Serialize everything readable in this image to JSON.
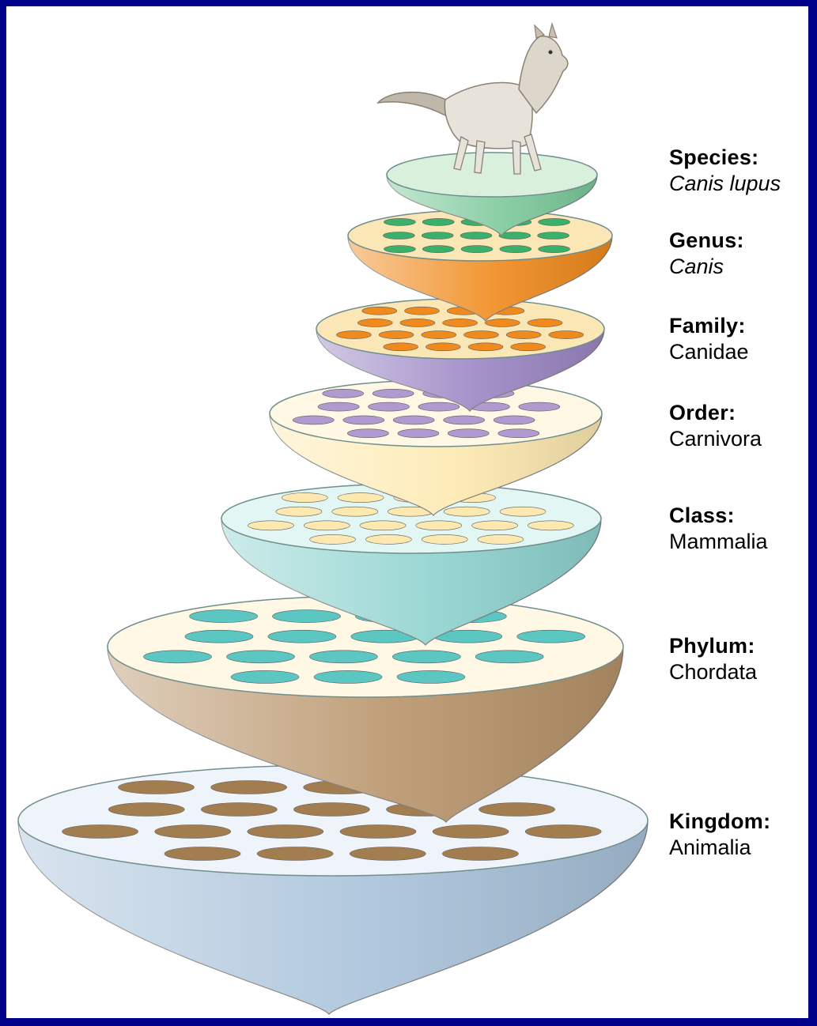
{
  "figure": {
    "background_color": "#00008a",
    "illustration": "wolf-icon",
    "levels": [
      {
        "key": "species",
        "rank": "Species:",
        "taxon": "Canis lupus",
        "taxon_italic": true,
        "bowl_color": "#7cc99a",
        "rim_color": "#d8f0dc",
        "spot_color": "#3bb06a"
      },
      {
        "key": "genus",
        "rank": "Genus:",
        "taxon": "Canis",
        "taxon_italic": true,
        "bowl_color": "#f08a1c",
        "rim_color": "#fbe7b5",
        "spot_color": "#3bb06a"
      },
      {
        "key": "family",
        "rank": "Family:",
        "taxon": "Canidae",
        "taxon_italic": false,
        "bowl_color": "#9b86c4",
        "rim_color": "#fbe7b5",
        "spot_color": "#f08a1c"
      },
      {
        "key": "order",
        "rank": "Order:",
        "taxon": "Carnivora",
        "taxon_italic": false,
        "bowl_color": "#fde9b0",
        "rim_color": "#fff8e4",
        "spot_color": "#b09ad0"
      },
      {
        "key": "class",
        "rank": "Class:",
        "taxon": "Mammalia",
        "taxon_italic": false,
        "bowl_color": "#8fd3cf",
        "rim_color": "#e2f6f4",
        "spot_color": "#fde9b0"
      },
      {
        "key": "phylum",
        "rank": "Phylum:",
        "taxon": "Chordata",
        "taxon_italic": false,
        "bowl_color": "#b8946a",
        "rim_color": "#fff8e4",
        "spot_color": "#5cc6c2"
      },
      {
        "key": "kingdom",
        "rank": "Kingdom:",
        "taxon": "Animalia",
        "taxon_italic": false,
        "bowl_color": "#a9c2da",
        "rim_color": "#eef4fa",
        "spot_color": "#a27d4f"
      }
    ]
  }
}
